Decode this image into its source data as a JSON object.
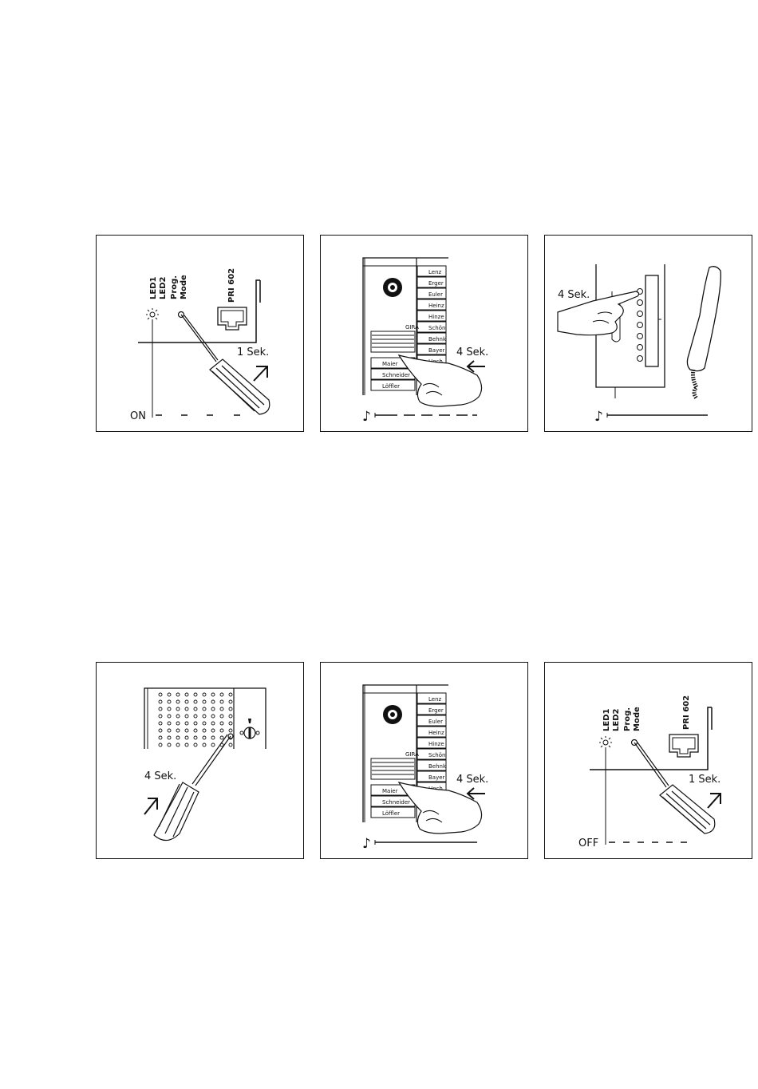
{
  "panels": [
    {
      "id": "p1",
      "led1": "LED1",
      "led2": "LED2",
      "prog": "Prog.",
      "mode": "Mode",
      "model": "PRI 602",
      "duration": "1 Sek.",
      "state": "ON"
    },
    {
      "id": "p2",
      "duration": "4 Sek.",
      "names": [
        "Lenz",
        "Erger",
        "Euler",
        "Heinz",
        "Hinze",
        "Schön",
        "Behnk",
        "Bayer",
        "Hoch"
      ],
      "left_names": [
        "Maier",
        "Schneider",
        "Löffler"
      ]
    },
    {
      "id": "p3",
      "duration": "4 Sek."
    },
    {
      "id": "p4",
      "duration": "4 Sek."
    },
    {
      "id": "p5",
      "duration": "4 Sek.",
      "names": [
        "Lenz",
        "Erger",
        "Euler",
        "Heinz",
        "Hinze",
        "Schön",
        "Behnk",
        "Bayer",
        "Hoch"
      ],
      "left_names": [
        "Maier",
        "Schneider",
        "Löffler"
      ]
    },
    {
      "id": "p6",
      "led1": "LED1",
      "led2": "LED2",
      "prog": "Prog.",
      "mode": "Mode",
      "model": "PRI 602",
      "duration": "1 Sek.",
      "state": "OFF"
    }
  ]
}
